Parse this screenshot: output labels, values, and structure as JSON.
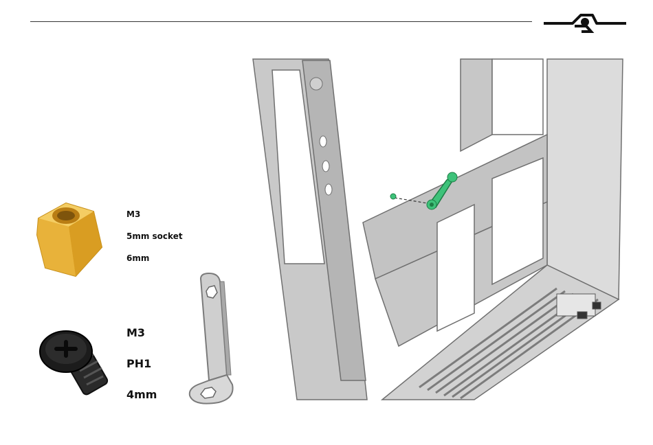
{
  "colors": {
    "standoff": "#e9b43a",
    "screw": "#1c1c1c",
    "highlight": "#3ec27a",
    "frame": "#c9c9c9",
    "frame_dark": "#8e8e8e"
  },
  "standoff": {
    "thread": "M3",
    "socket": "5mm socket",
    "length": "6mm"
  },
  "screw": {
    "thread": "M3",
    "drive": "PH1",
    "length": "4mm"
  },
  "icons": [
    "brand-logo-icon",
    "standoff-icon",
    "screw-icon",
    "bracket-icon",
    "chassis-frame-icon"
  ]
}
